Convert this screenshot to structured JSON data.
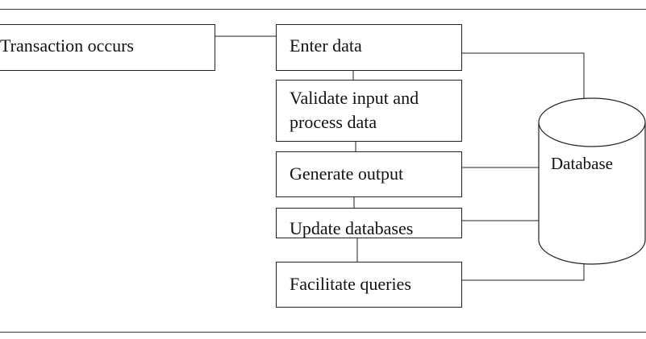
{
  "diagram": {
    "nodes": {
      "transaction": "Transaction occurs",
      "enter": "Enter data",
      "validate_line1": "Validate input and",
      "validate_line2": "process data",
      "generate": "Generate output",
      "update": "Update databases",
      "queries": "Facilitate queries",
      "database": "Database"
    },
    "edges": [
      [
        "Transaction occurs",
        "Enter data"
      ],
      [
        "Enter data",
        "Validate input and process data"
      ],
      [
        "Validate input and process data",
        "Generate output"
      ],
      [
        "Generate output",
        "Update databases"
      ],
      [
        "Update databases",
        "Facilitate queries"
      ],
      [
        "Enter data",
        "Database"
      ],
      [
        "Generate output",
        "Database"
      ],
      [
        "Update databases",
        "Database"
      ],
      [
        "Facilitate queries",
        "Database"
      ]
    ]
  }
}
